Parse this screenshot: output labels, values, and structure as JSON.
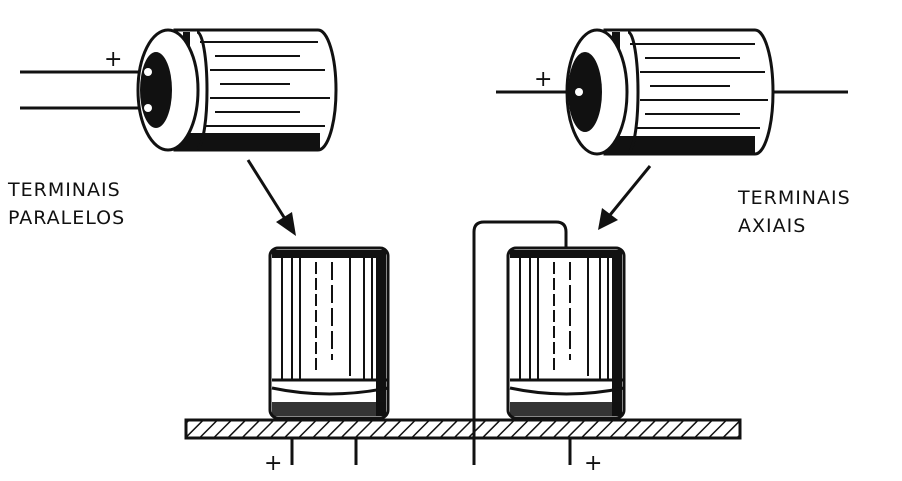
{
  "labels": {
    "parallel_line1": "TERMINAIS",
    "parallel_line2": "PARALELOS",
    "axial_line1": "TERMINAIS",
    "axial_line2": "AXIAIS"
  },
  "signs": {
    "plus": "+"
  },
  "colors": {
    "ink": "#111111",
    "paper": "#ffffff"
  }
}
